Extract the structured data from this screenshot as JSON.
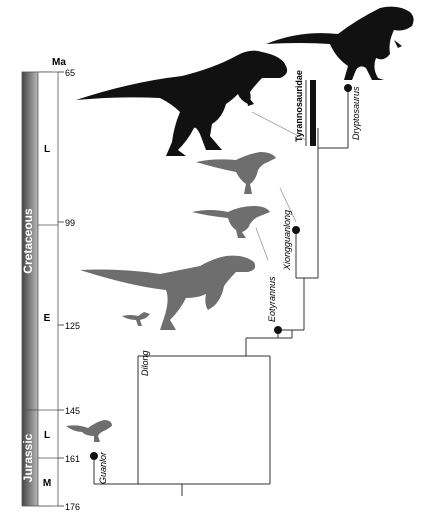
{
  "timescale": {
    "unit": "Ma",
    "ticks": [
      "65",
      "99",
      "125",
      "145",
      "161",
      "176"
    ],
    "periods": [
      {
        "name": "Cretaceous",
        "epochs": [
          "L",
          "E"
        ]
      },
      {
        "name": "Jurassic",
        "epochs": [
          "L",
          "M"
        ]
      }
    ]
  },
  "taxa": {
    "tyrannosauridae": "Tyrannosauridae",
    "dryptosaurus": "Dryptosaurus",
    "xiongguanlong": "Xiongguanlong",
    "eotyrannus": "Eotyrannus",
    "dilong": "Dilong",
    "guanlor": "Guanlor"
  },
  "colors": {
    "silhouette_dark": "#111111",
    "silhouette_gray": "#6e6e6e",
    "period_bar_dark": "#3a3a3a",
    "period_bar_light": "#d8d8d8"
  }
}
